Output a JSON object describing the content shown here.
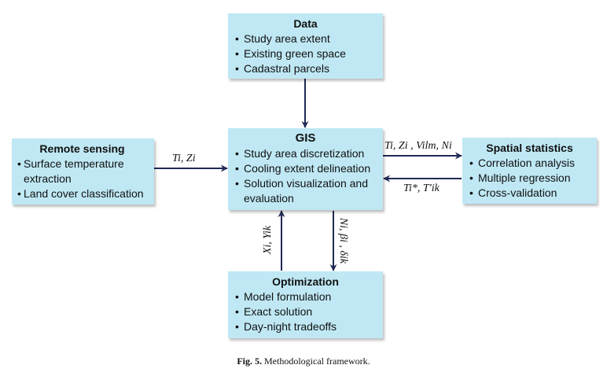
{
  "boxes": {
    "data": {
      "title": "Data",
      "items": [
        "Study area extent",
        "Existing green space",
        "Cadastral parcels"
      ]
    },
    "gis": {
      "title": "GIS",
      "items": [
        "Study area discretization",
        "Cooling extent delineation",
        "Solution visualization and evaluation"
      ]
    },
    "remote": {
      "title": "Remote sensing",
      "items": [
        "Surface temperature extraction",
        "Land cover classification"
      ]
    },
    "spatial": {
      "title": "Spatial statistics",
      "items": [
        "Correlation analysis",
        "Multiple regression",
        "Cross-validation"
      ]
    },
    "optimization": {
      "title": "Optimization",
      "items": [
        "Model formulation",
        "Exact solution",
        "Day-night tradeoffs"
      ]
    }
  },
  "arrow_labels": {
    "remote_to_gis": "Ti, Zi",
    "gis_to_spatial": "Ti, Zi , Vilm, Ni",
    "spatial_to_gis": "Ti*, T′ik",
    "opt_to_gis": "Xi, Yik",
    "gis_to_opt": "Ni, βi , δik"
  },
  "caption": {
    "label": "Fig. 5.",
    "text": "Methodological framework."
  },
  "colors": {
    "box_fill": "#bfe8f4",
    "arrow": "#1f2a55"
  }
}
